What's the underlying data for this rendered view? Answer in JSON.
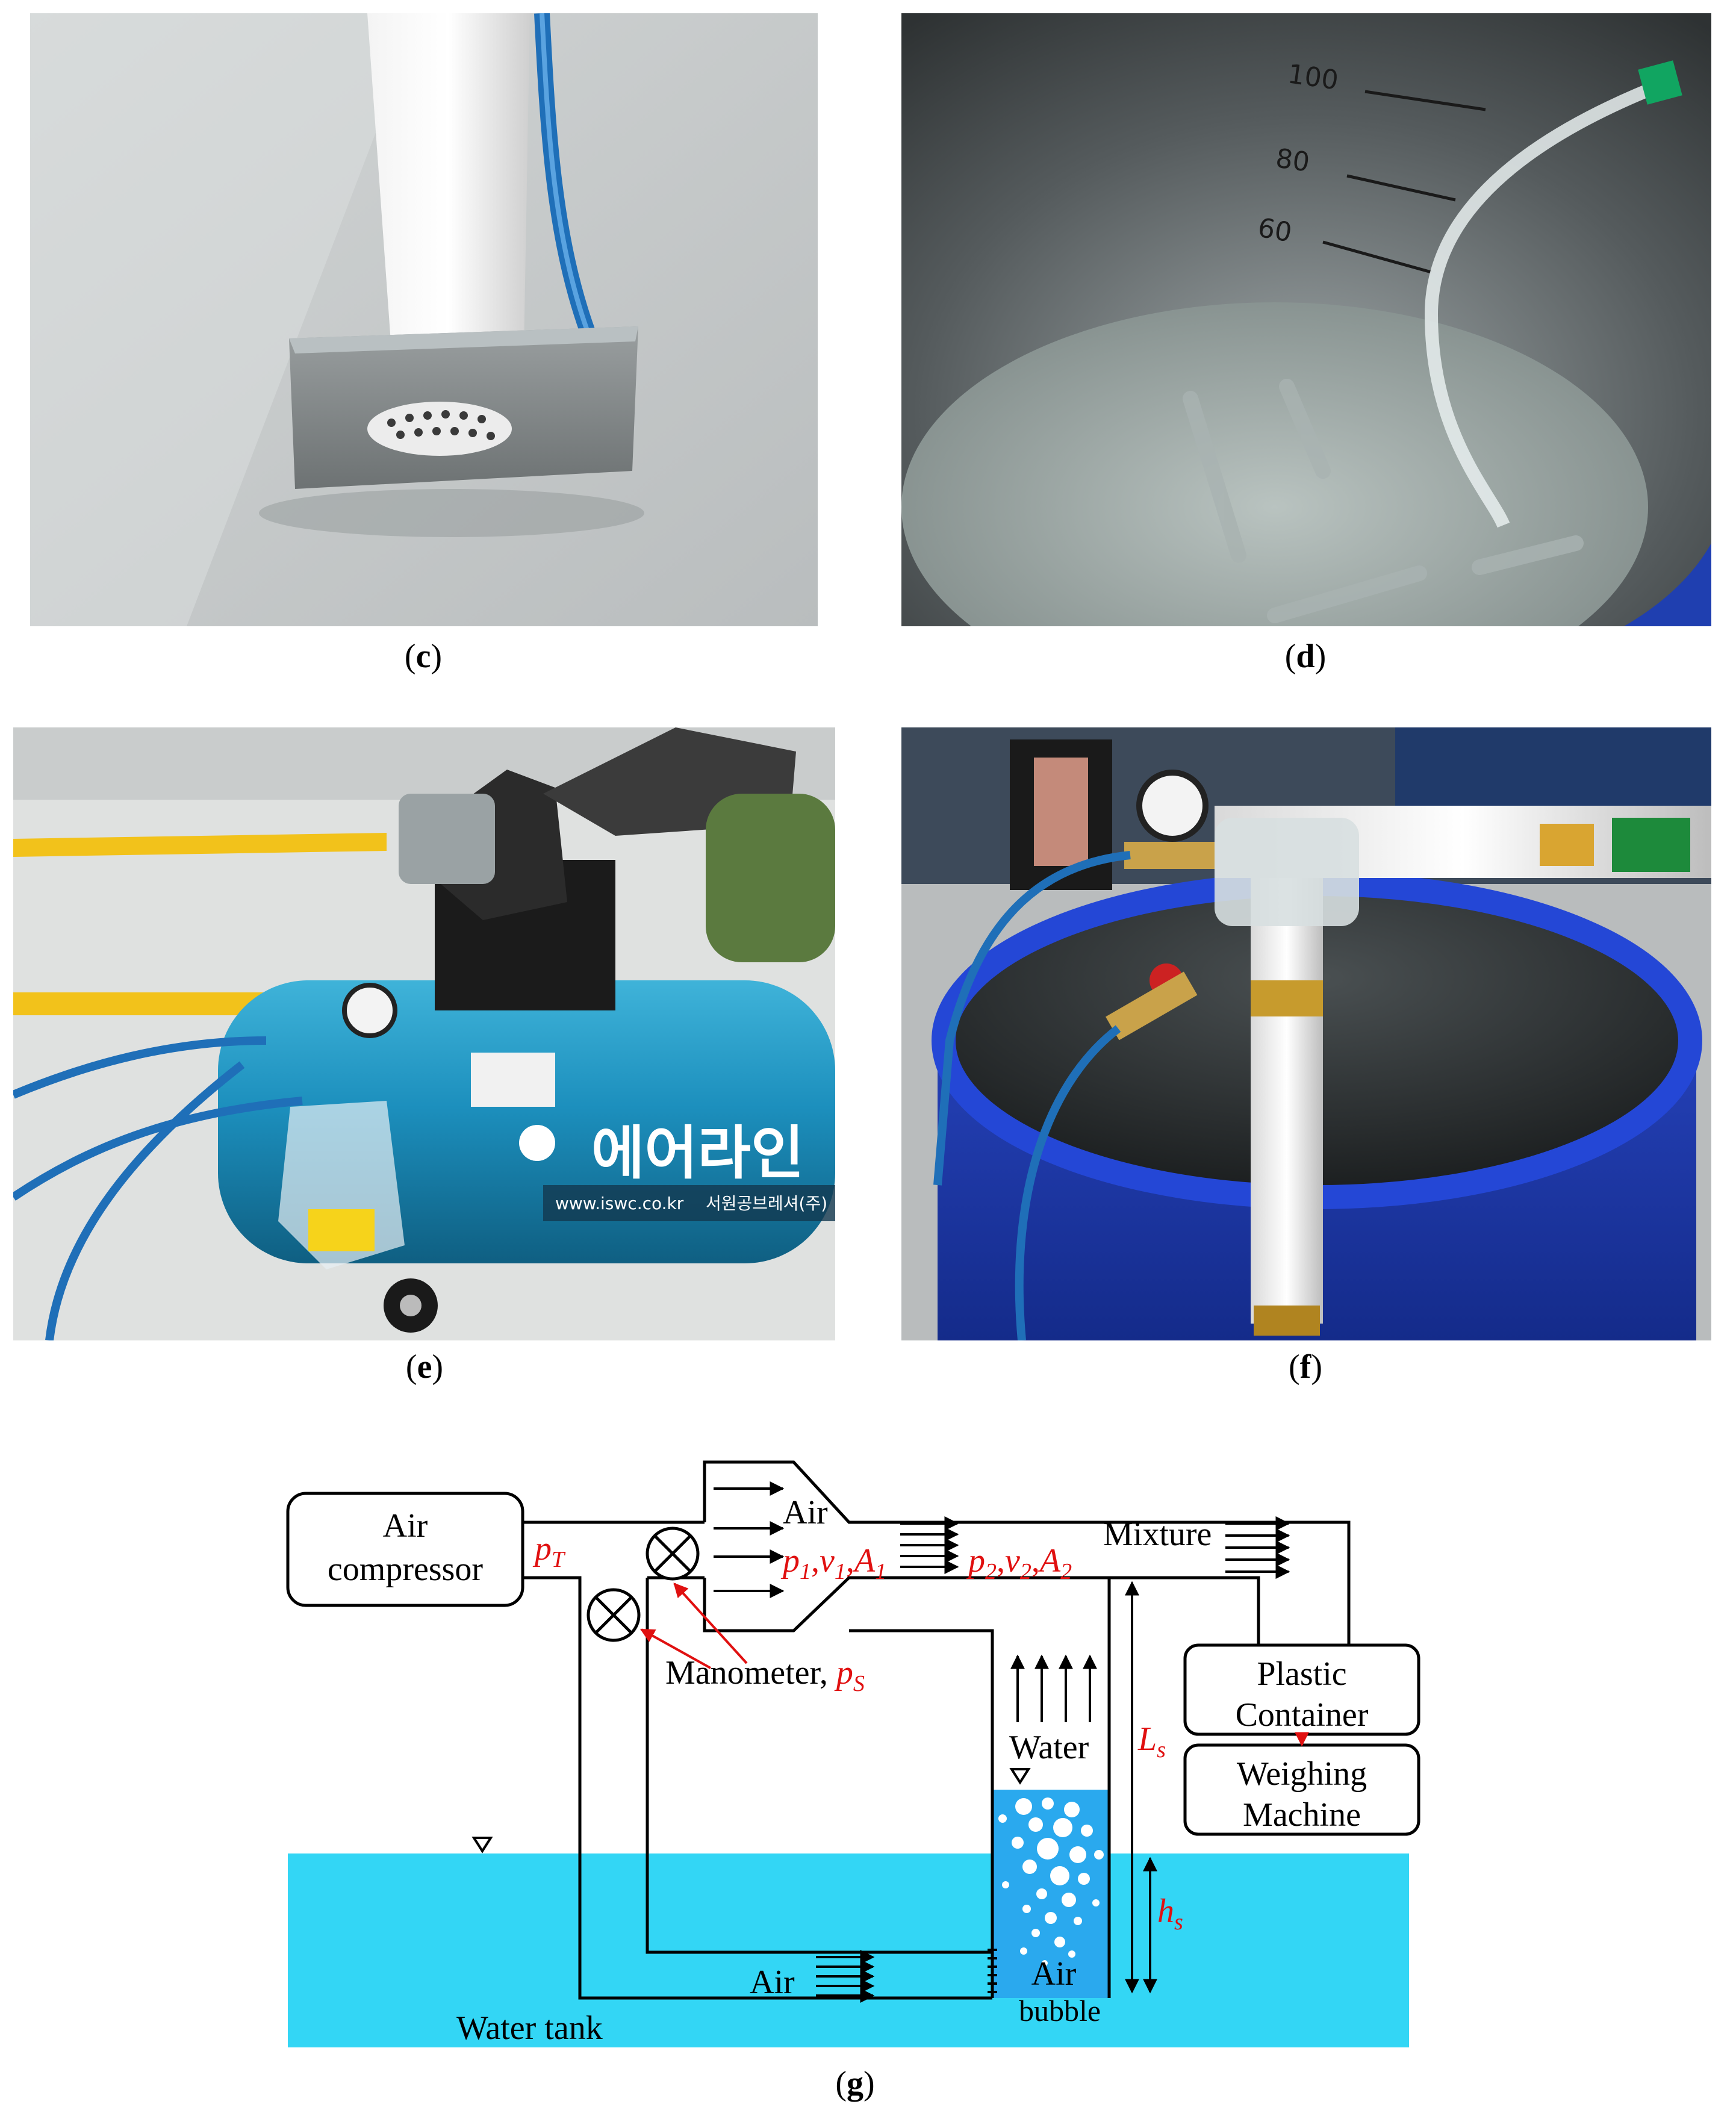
{
  "captions": {
    "c": "c",
    "d": "d",
    "e": "e",
    "f": "f",
    "g": "g"
  },
  "photo_d": {
    "scale_marks": [
      "100",
      "80",
      "60"
    ]
  },
  "photo_e": {
    "tank_text": "에어라인",
    "url_text": "www.iswc.co.kr",
    "maker_text": "서원공브레셔(주)"
  },
  "diagram": {
    "compressor_line1": "Air",
    "compressor_line2": "compressor",
    "pT": "p",
    "pT_sub": "T",
    "air_top": "Air",
    "p1": "p",
    "p1_sub": "1",
    "v1": "v",
    "v1_sub": "1",
    "A1": "A",
    "A1_sub": "1",
    "p2": "p",
    "p2_sub": "2",
    "v2": "v",
    "v2_sub": "2",
    "A2": "A",
    "A2_sub": "2",
    "mixture": "Mixture",
    "manometer": "Manometer, ",
    "pS": "p",
    "pS_sub": "S",
    "water": "Water",
    "Ls": "L",
    "Ls_sub": "s",
    "hs": "h",
    "hs_sub": "s",
    "plastic_line1": "Plastic",
    "plastic_line2": "Container",
    "weigh_line1": "Weighing",
    "weigh_line2": "Machine",
    "air_bottom": "Air",
    "air_bubble_line1": "Air",
    "air_bubble_line2": "bubble",
    "water_tank": "Water tank",
    "colors": {
      "water": "#33d6f5",
      "label_red": "#e01010",
      "line": "#000000"
    }
  }
}
